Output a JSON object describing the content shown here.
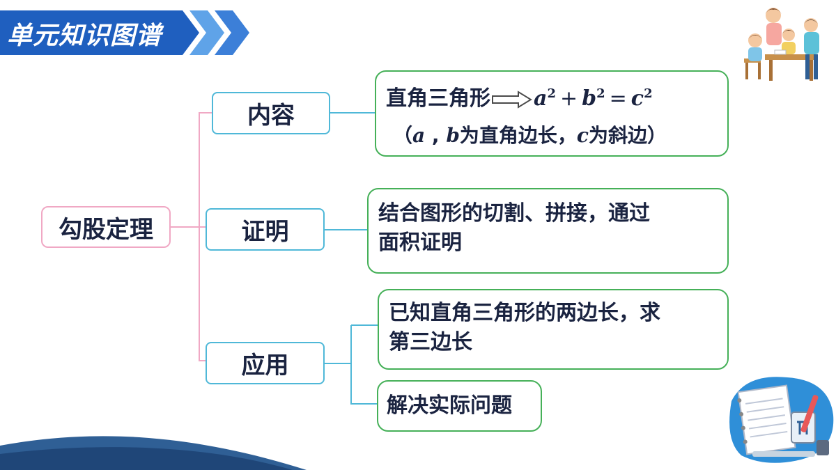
{
  "banner": {
    "title": "单元知识图谱"
  },
  "colors": {
    "banner": "#1f5fbf",
    "main_border": "#f0a8c4",
    "category_border": "#4fb8d8",
    "detail_border": "#45b058",
    "text": "#1a2340"
  },
  "diagram": {
    "root": "勾股定理",
    "categories": [
      {
        "label": "内容"
      },
      {
        "label": "证明"
      },
      {
        "label": "应用"
      }
    ],
    "content": {
      "prefix": "直角三角形",
      "formula": {
        "a": "a",
        "exp": "2",
        "plus": "+",
        "b": "b",
        "equals": "=",
        "c": "c"
      },
      "note": {
        "open": "（",
        "a": "a",
        "comma": " , ",
        "b": "b",
        "text1": "为直角边长，",
        "c": "c",
        "text2": "为斜边）"
      }
    },
    "proof": {
      "line1": "结合图形的切割、拼接，通过",
      "line2": "面积证明"
    },
    "application": [
      {
        "line1": "已知直角三角形的两边长，求",
        "line2": "第三边长"
      },
      {
        "line1": "解决实际问题"
      }
    ]
  },
  "icons": [
    "chevron-arrows-icon",
    "family-study-illustration",
    "math-notebook-illustration"
  ]
}
